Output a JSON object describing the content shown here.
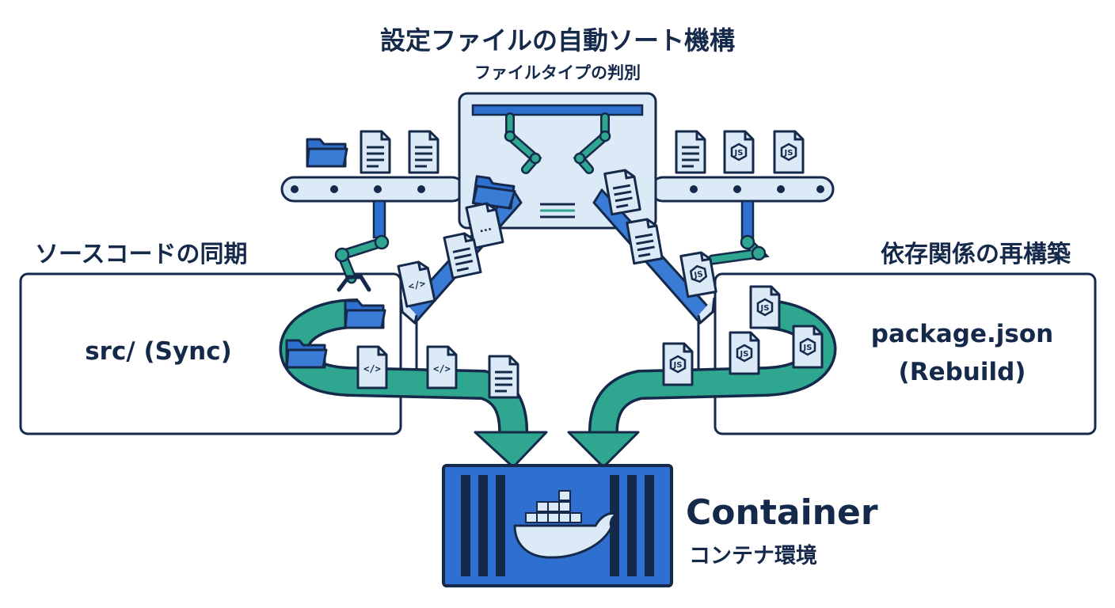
{
  "header": {
    "title": "設定ファイルの自動ソート機構",
    "subtitle": "ファイルタイプの判別"
  },
  "left_section": {
    "title": "ソースコードの同期",
    "label": "src/ (Sync)"
  },
  "right_section": {
    "title": "依存関係の再構築",
    "label_line1": "package.json",
    "label_line2": "(Rebuild)"
  },
  "container": {
    "label": "Container",
    "sublabel": "コンテナ環境"
  },
  "icons": {
    "code_file": "</>",
    "js_file": "JS",
    "dots": "..."
  },
  "colors": {
    "navy": "#15294a",
    "blue": "#3a7bd5",
    "light_blue": "#dce9f7",
    "teal": "#2ea690",
    "docker_blue": "#2f6fd0"
  }
}
